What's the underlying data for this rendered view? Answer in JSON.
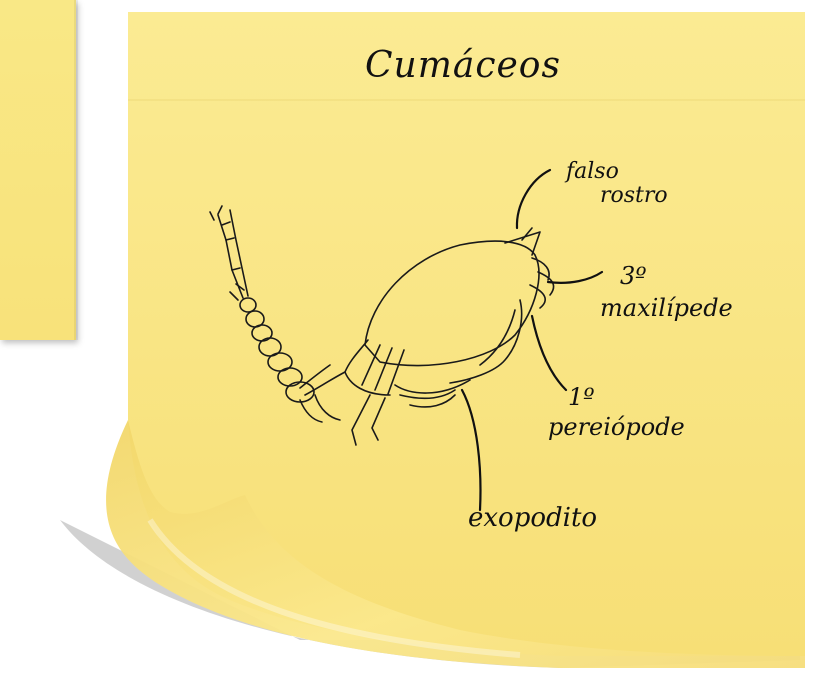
{
  "title": "Cumáceos",
  "labels": {
    "falso_rostro": [
      "falso",
      "rostro"
    ],
    "maxilipede": [
      "3º",
      "maxilípede"
    ],
    "pereiopode": [
      "1º",
      "pereiópode"
    ],
    "exopodito": "exopodito"
  },
  "colors": {
    "note_yellow": "#f8e37e",
    "note_shadow": "#e3c65d",
    "ink": "#111111"
  }
}
